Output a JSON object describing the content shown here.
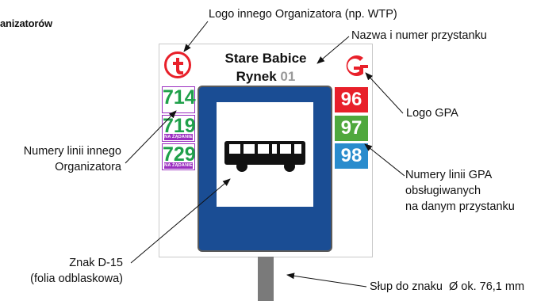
{
  "header_fragment": "anizatorów",
  "stop": {
    "name": "Stare Babice",
    "street": "Rynek",
    "number": "01"
  },
  "other_lines": [
    {
      "number": "714",
      "on_demand": false
    },
    {
      "number": "719",
      "on_demand": true
    },
    {
      "number": "729",
      "on_demand": true
    }
  ],
  "on_demand_label": "NA ŻĄDANIE",
  "gpa_lines": [
    {
      "number": "96",
      "color": "#e8202a"
    },
    {
      "number": "97",
      "color": "#4fa83d"
    },
    {
      "number": "98",
      "color": "#2a8ccd"
    }
  ],
  "labels": {
    "other_logo": "Logo innego Organizatora (np. WTP)",
    "stop_name": "Nazwa i numer przystanku",
    "gpa_logo": "Logo GPA",
    "other_lines_1": "Numery linii innego",
    "other_lines_2": "Organizatora",
    "gpa_lines_1": "Numery linii GPA",
    "gpa_lines_2": "obsługiwanych",
    "gpa_lines_3": "na danym przystanku",
    "sign_1": "Znak D-15",
    "sign_2": "(folia odblaskowa)",
    "post": "Słup do znaku  Ø ok. 76,1 mm"
  },
  "colors": {
    "wtp_logo": "#e8202a",
    "gpa_logo": "#e8202a",
    "other_frame": "#9b2fc0",
    "other_digits": "#1fa04a",
    "sign_blue": "#1a4d94"
  },
  "icons": {
    "wtp_logo": "wtp-t-logo",
    "gpa_logo": "gpa-g-logo",
    "bus": "bus-icon"
  }
}
